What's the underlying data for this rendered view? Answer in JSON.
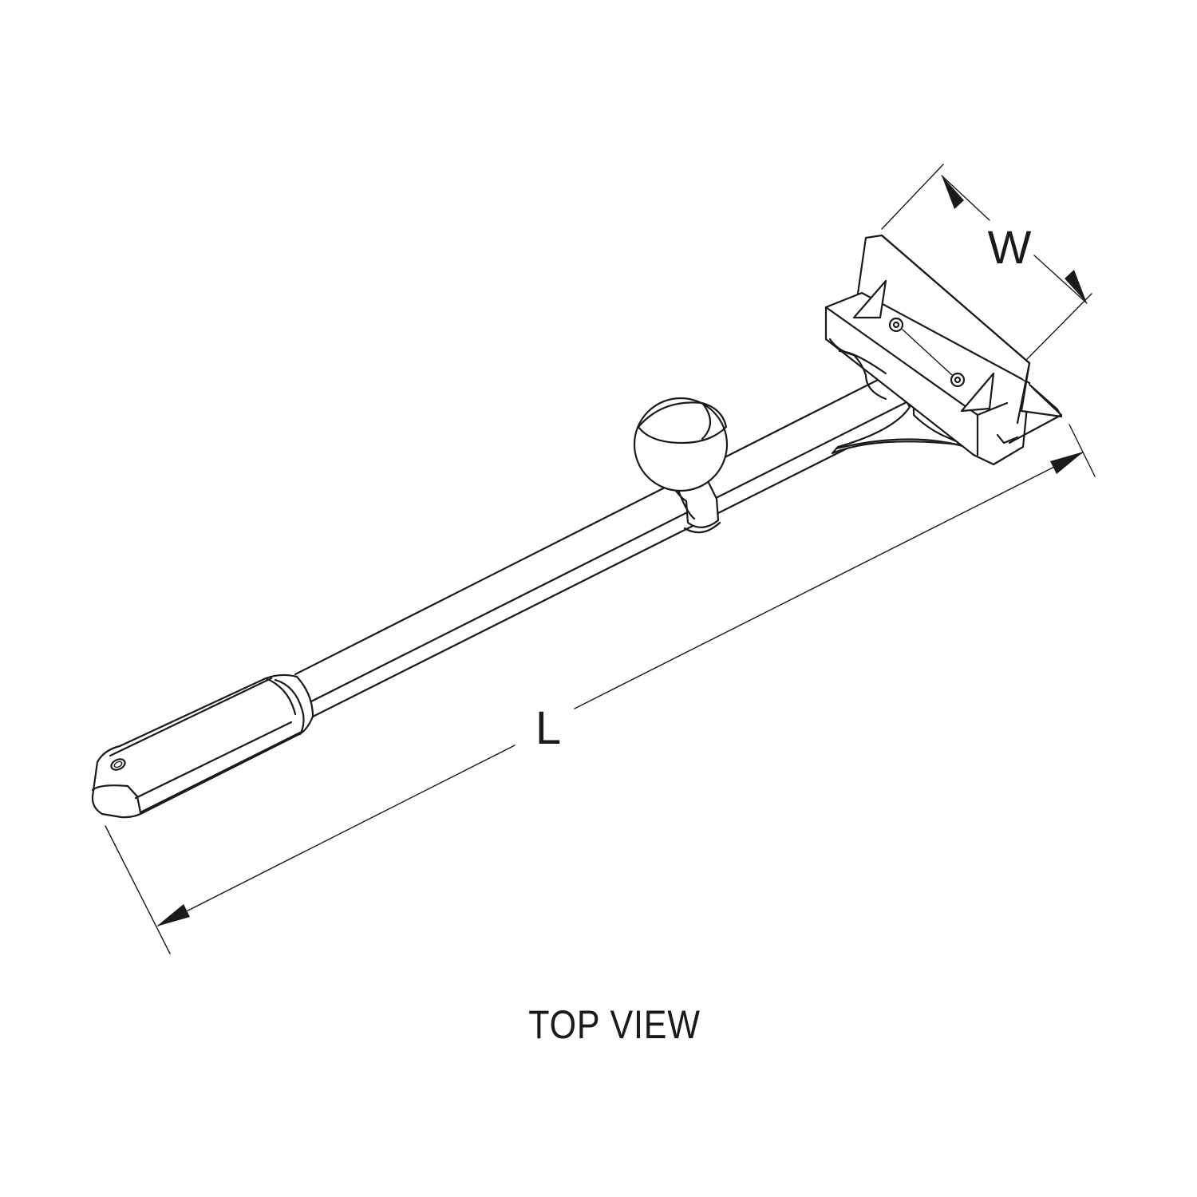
{
  "dimensions": {
    "length_label": "L",
    "width_label": "W"
  },
  "caption": "TOP VIEW",
  "colors": {
    "line": "#1a1a1a",
    "background": "#ffffff"
  }
}
